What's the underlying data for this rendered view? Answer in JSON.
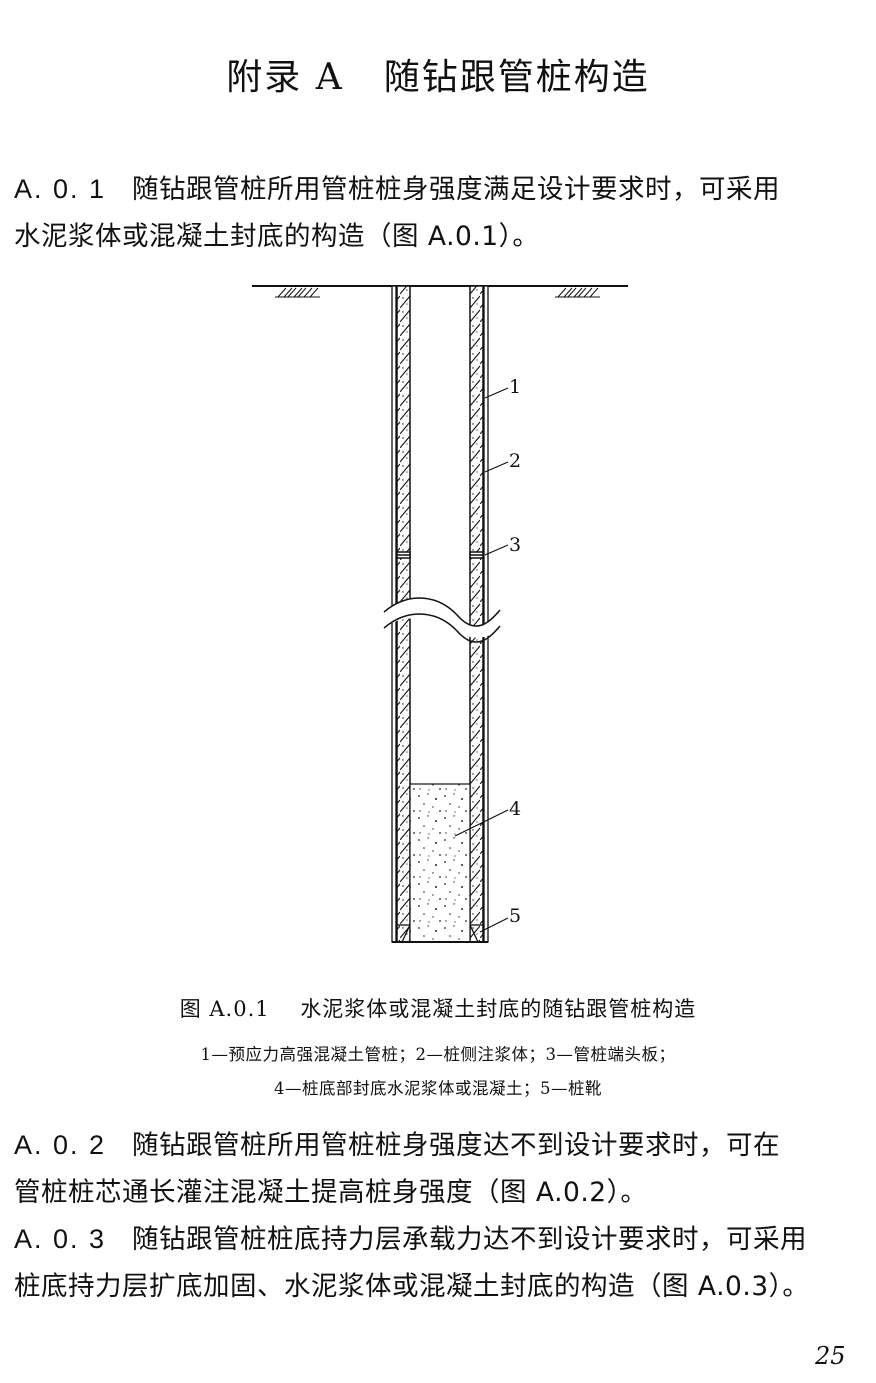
{
  "page": {
    "title_prefix": "附录 A",
    "title_main": "随钻跟管桩构造",
    "page_number": "25"
  },
  "clauses": [
    {
      "number": "A. 0. 1",
      "line1": "随钻跟管桩所用管桩桩身强度满足设计要求时，可采用",
      "line2": "水泥浆体或混凝土封底的构造（图 A.0.1）。"
    },
    {
      "number": "A. 0. 2",
      "line1": "随钻跟管桩所用管桩桩身强度达不到设计要求时，可在",
      "line2": "管桩桩芯通长灌注混凝土提高桩身强度（图 A.0.2）。"
    },
    {
      "number": "A. 0. 3",
      "line1": "随钻跟管桩桩底持力层承载力达不到设计要求时，可采用",
      "line2": "桩底持力层扩底加固、水泥浆体或混凝土封底的构造（图 A.0.3）。"
    }
  ],
  "figure": {
    "id": "图 A.0.1",
    "caption": "水泥浆体或混凝土封底的随钻跟管桩构造",
    "legend_line1": "1—预应力高强混凝土管桩；2—桩侧注浆体；3—管桩端头板；",
    "legend_line2": "4—桩底部封底水泥浆体或混凝土；5—桩靴",
    "labels": [
      "1",
      "2",
      "3",
      "4",
      "5"
    ],
    "line_color": "#111111",
    "background": "#ffffff"
  }
}
